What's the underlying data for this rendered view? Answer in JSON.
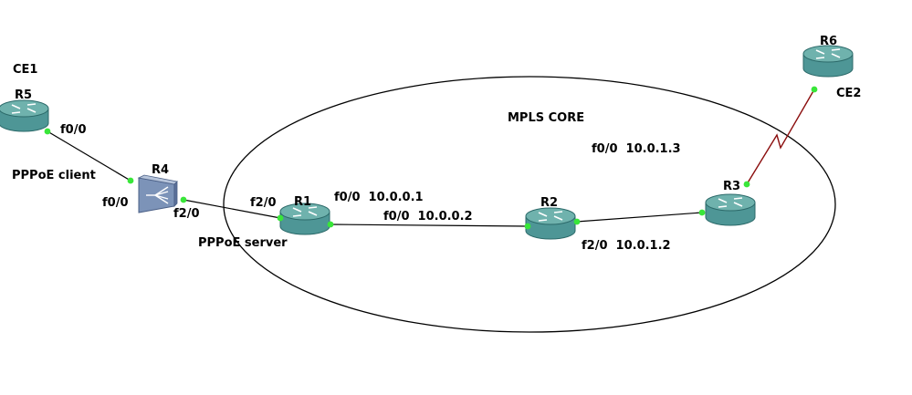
{
  "colors": {
    "router_top": "#6fb2ad",
    "router_side": "#2c6a6a",
    "router_body": "#4e9696",
    "link_dot": "#39e639",
    "serial_link": "#8b0e0e",
    "ethernet_link": "#000000",
    "switch_body": "#7c93b8"
  },
  "cloud": {
    "label": "MPLS CORE"
  },
  "nodes": {
    "r5": {
      "name": "R5",
      "role": "CE1",
      "note": "PPPoE client",
      "icon": "router-icon"
    },
    "r4": {
      "name": "R4",
      "icon": "switch-icon"
    },
    "r1": {
      "name": "R1",
      "note": "PPPoE server",
      "icon": "router-icon"
    },
    "r2": {
      "name": "R2",
      "icon": "router-icon"
    },
    "r3": {
      "name": "R3",
      "icon": "router-icon"
    },
    "r6": {
      "name": "R6",
      "role": "CE2",
      "icon": "router-icon"
    }
  },
  "interfaces": {
    "r5_f0_0": "f0/0",
    "r4_f0_0": "f0/0",
    "r4_f2_0": "f2/0",
    "r1_f2_0": "f2/0",
    "r1_f0_0": "f0/0  10.0.0.1",
    "r2_f0_0": "f0/0  10.0.0.2",
    "r2_f2_0": "f2/0  10.0.1.2",
    "r3_f0_0": "f0/0  10.0.1.3"
  }
}
